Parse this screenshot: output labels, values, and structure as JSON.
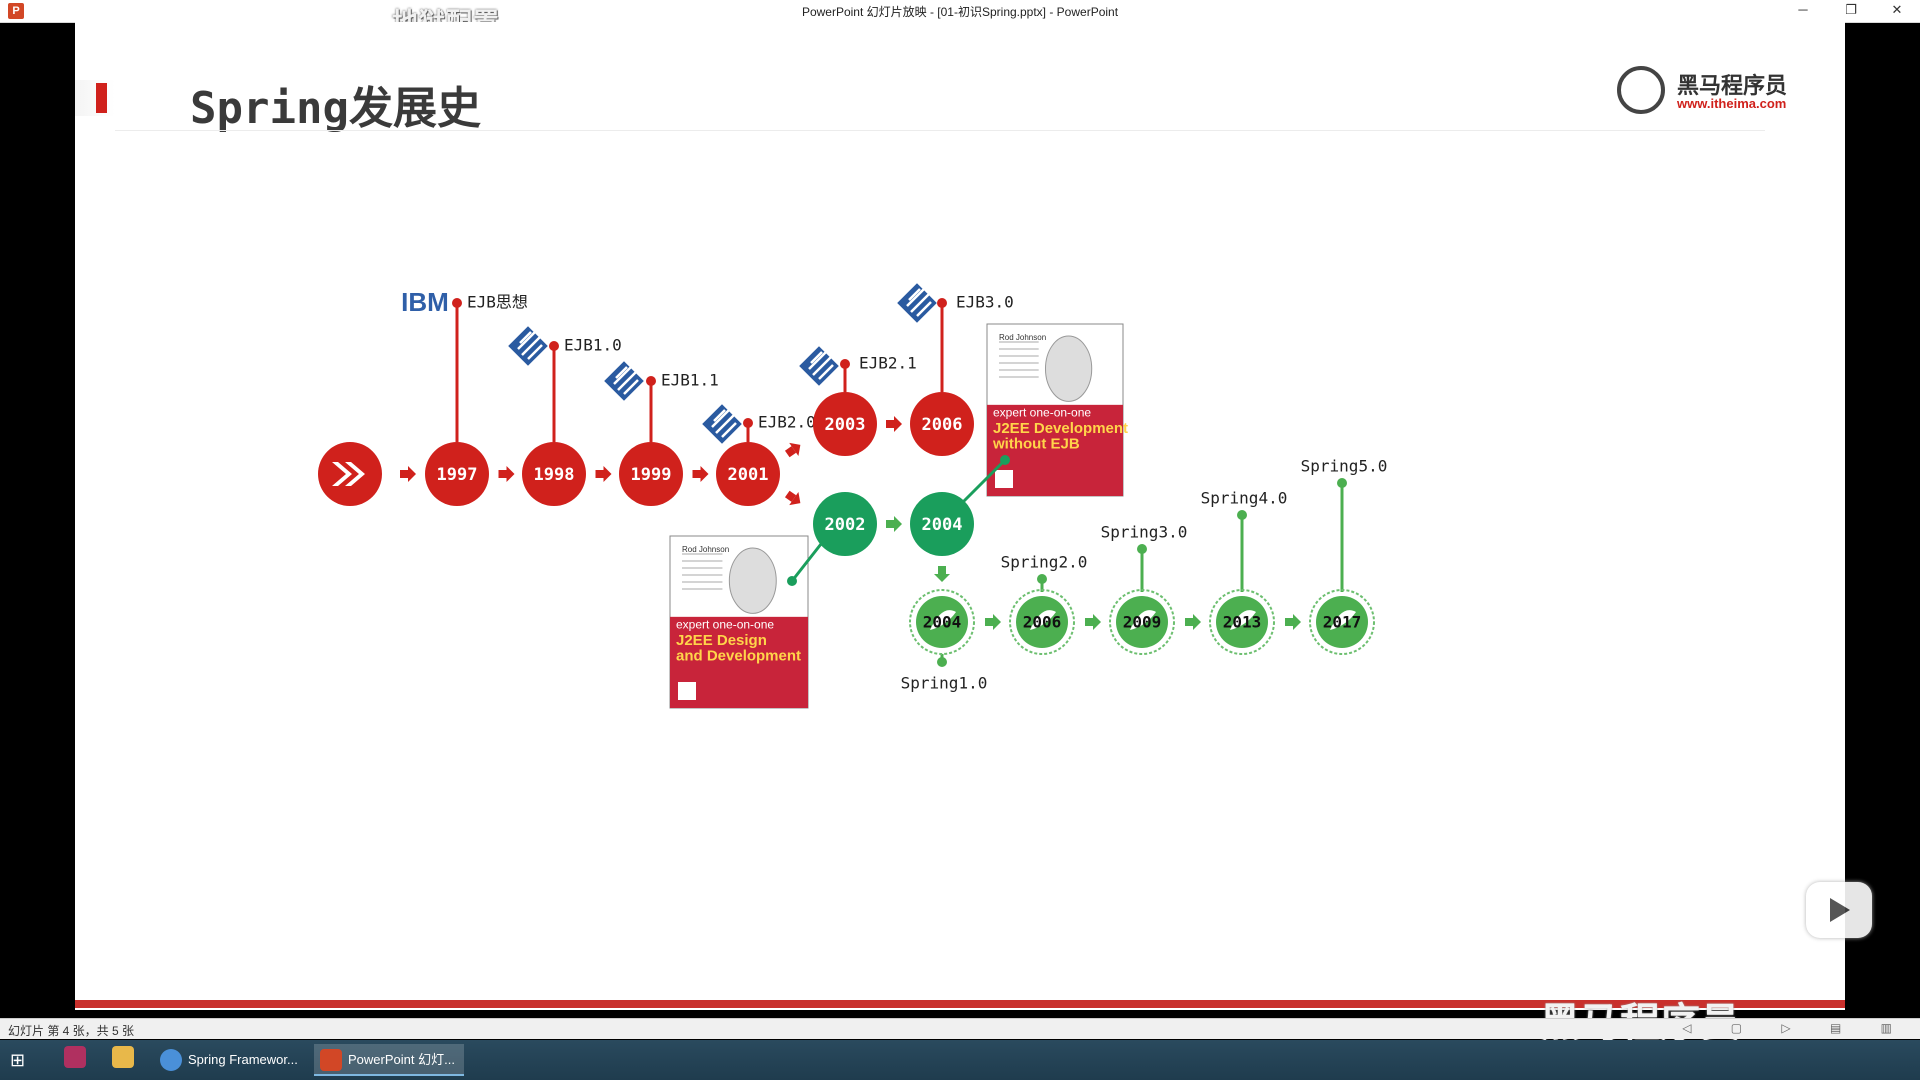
{
  "window": {
    "title": "PowerPoint 幻灯片放映 - [01-初识Spring.pptx] - PowerPoint",
    "app_icon": "P",
    "overlay_watermark": "地狱配置",
    "minimize": "─",
    "restore": "❐",
    "close": "✕"
  },
  "slide": {
    "title": "Spring发展史",
    "logo": {
      "name": "黑马程序员",
      "url": "www.itheima.com"
    }
  },
  "timeline": {
    "ejb_row": {
      "years": [
        "1997",
        "1998",
        "1999",
        "2001"
      ],
      "labels": [
        "EJB思想",
        "EJB1.0",
        "EJB1.1",
        "EJB2.0"
      ],
      "company_logo": "IBM"
    },
    "ejb_upper": {
      "years": [
        "2003",
        "2006"
      ],
      "labels": [
        "EJB2.1",
        "EJB3.0"
      ]
    },
    "rod_row": {
      "years": [
        "2002",
        "2004"
      ]
    },
    "spring_row": {
      "years": [
        "2004",
        "2006",
        "2009",
        "2013",
        "2017"
      ],
      "labels": [
        "Spring1.0",
        "Spring2.0",
        "Spring3.0",
        "Spring4.0",
        "Spring5.0"
      ]
    },
    "books": [
      {
        "tag": "expert one-on-one",
        "title": "J2EE Design and Development",
        "author": "Rod Johnson"
      },
      {
        "tag": "expert one-on-one",
        "title": "J2EE Development without EJB",
        "author": "Rod Johnson"
      }
    ],
    "colors": {
      "red": "#d0211c",
      "green": "#1a9e5c",
      "light_green": "#4caf50"
    }
  },
  "statusbar": {
    "text": "幻灯片 第 4 张，共 5 张"
  },
  "taskbar": {
    "items": [
      "Spring Framewor...",
      "PowerPoint 幻灯..."
    ]
  },
  "overlay_bottom": "黑马程序员"
}
